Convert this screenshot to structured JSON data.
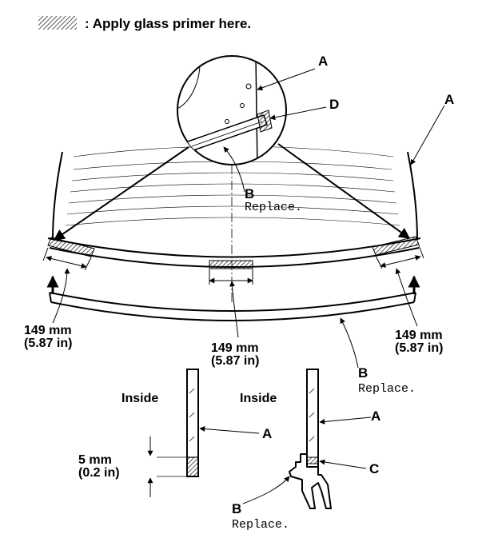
{
  "legend": {
    "text": ": Apply glass primer here."
  },
  "callouts": {
    "a": "A",
    "b": "B",
    "c": "C",
    "d": "D",
    "replace": "Replace."
  },
  "dimensions": {
    "width_mm": "149 mm",
    "width_in": "(5.87 in)",
    "depth_mm": "5 mm",
    "depth_in": "(0.2 in)"
  },
  "sections": {
    "inside": "Inside"
  },
  "colors": {
    "ink": "#000000",
    "paper": "#ffffff"
  }
}
